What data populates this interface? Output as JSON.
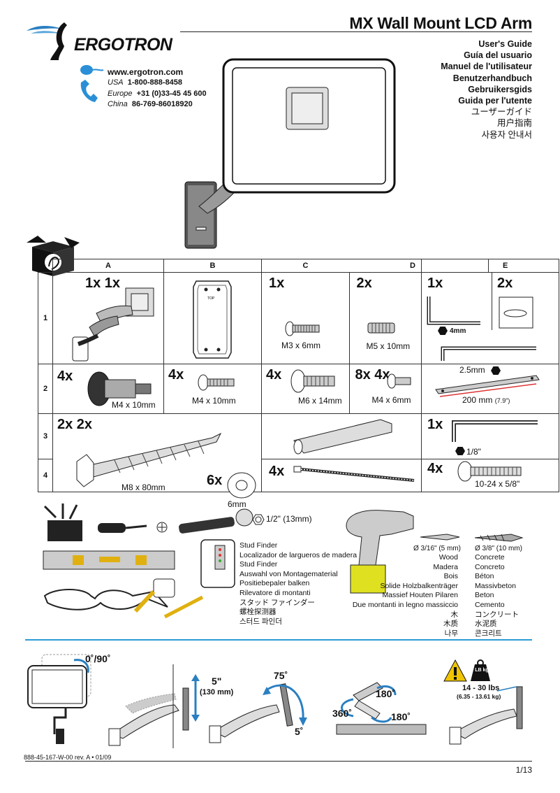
{
  "header": {
    "title": "MX Wall Mount LCD Arm",
    "brand": "ERGOTRON",
    "guides": [
      "User's Guide",
      "Guía del usuario",
      "Manuel de l'utilisateur",
      "Benutzerhandbuch",
      "Gebruikersgids",
      "Guida per l'utente",
      "ユーザーガイド",
      "用户指南",
      "사용자 안내서"
    ]
  },
  "contact": {
    "url": "www.ergotron.com",
    "usa_label": "USA",
    "usa_phone": "1-800-888-8458",
    "europe_label": "Europe",
    "europe_phone": "+31 (0)33-45 45 600",
    "china_label": "China",
    "china_phone": "86-769-86018920"
  },
  "parts_table": {
    "columns": [
      "A",
      "B",
      "C",
      "D",
      "E"
    ],
    "rows": [
      "1",
      "2",
      "3",
      "4"
    ],
    "r1": {
      "a_qty": "1x 1x",
      "c_qty": "1x",
      "c_size": "M3 x 6mm",
      "d_qty": "2x",
      "d_size": "M5 x 10mm",
      "e1_qty": "1x",
      "e1_hex": "4mm",
      "e2_qty": "2x",
      "e2_hex": "2.5mm"
    },
    "r2": {
      "a_qty": "4x",
      "a_size": "M4 x 10mm",
      "b_qty": "4x",
      "b_size": "M4 x 10mm",
      "c_qty": "4x",
      "c_size": "M6 x 14mm",
      "d_qty": "8x 4x",
      "d_size": "M4 x 6mm",
      "e_size": "200 mm",
      "e_size_in": "(7.9\")"
    },
    "r3": {
      "a_qty": "2x 2x",
      "a_size": "M8 x 80mm",
      "washer_qty": "6x",
      "washer_size": "6mm",
      "e_qty": "1x",
      "e_hex": "1/8\""
    },
    "r4": {
      "c_qty": "4x",
      "e_qty": "4x",
      "e_size": "10-24 x 5/8\""
    }
  },
  "tools": {
    "socket": "1/2\" (13mm)",
    "stud_finder": [
      "Stud Finder",
      "Localizador de largueros de madera",
      "Stud Finder",
      "Auswahl von Montagematerial",
      "Positiebepaler balken",
      "Rilevatore di montanti",
      "スタッド ファインダー",
      "螺栓探测器",
      "스터드 파인더"
    ],
    "wood_bit": "Ø 3/16\" (5 mm)",
    "wood_labels": [
      "Wood",
      "Madera",
      "Bois",
      "Solide Holzbalkenträger",
      "Massief Houten Pilaren",
      "Due montanti in legno massiccio",
      "木",
      "木质",
      "나무"
    ],
    "concrete_bit": "Ø 3/8\" (10 mm)",
    "concrete_labels": [
      "Concrete",
      "Concreto",
      "Béton",
      "Massivbeton",
      "Beton",
      "Cemento",
      "コンクリート",
      "水泥质",
      "콘크리트"
    ]
  },
  "specs": {
    "rotation": "0˚/90˚",
    "lift": "5\"",
    "lift_metric": "(130 mm)",
    "tilt_up": "75˚",
    "tilt_down": "5˚",
    "pan_arm": "180˚",
    "pan_base": "360˚",
    "pan_bottom": "180˚",
    "weight_unit": "LB kg",
    "weight": "14 - 30 lbs",
    "weight_metric": "(6.35 - 13.61 kg)"
  },
  "footer": {
    "doc_number": "888-45-167-W-00 rev. A • 01/09",
    "page": "1/13"
  }
}
